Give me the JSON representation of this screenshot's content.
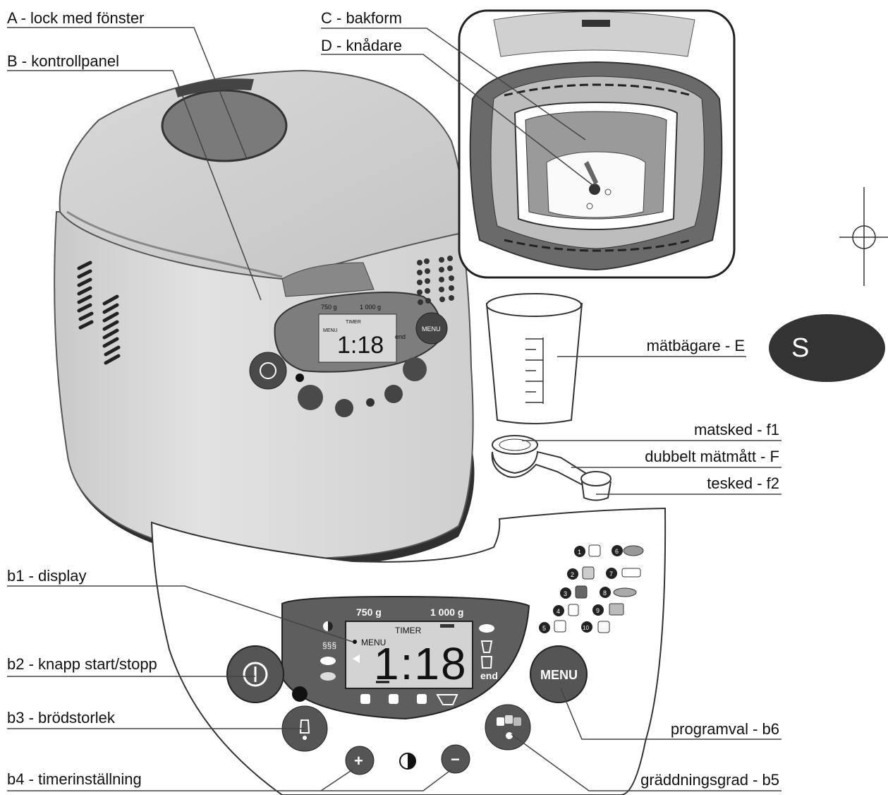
{
  "labels": {
    "A": "A - lock med fönster",
    "B": "B - kontrollpanel",
    "C": "C - bakform",
    "D": "D - knådare",
    "E": "mätbägare - E",
    "f1": "matsked - f1",
    "F": "dubbelt mätmått - F",
    "f2": "tesked - f2",
    "b1": "b1 - display",
    "b2": "b2 - knapp start/stopp",
    "b3": "b3 - brödstorlek",
    "b4": "b4 - timerinställning",
    "b5": "gräddningsgrad - b5",
    "b6": "programval - b6"
  },
  "language_tab": "S",
  "panel": {
    "weight_small": "750 g",
    "weight_large": "1 000 g",
    "timer": "TIMER",
    "menu_label": "MENU",
    "time": "1:18",
    "end": "end",
    "menu_button": "MENU",
    "plus": "+",
    "minus": "−",
    "start_symbol": "I"
  },
  "small_panel": {
    "weight_small": "750 g",
    "weight_large": "1 000 g",
    "timer": "TIMER",
    "menu_label": "MENU",
    "time": "1:18",
    "end": "end",
    "menu_button": "MENU"
  },
  "programs": [
    "1",
    "2",
    "3",
    "4",
    "5",
    "6",
    "7",
    "8",
    "9",
    "10"
  ]
}
